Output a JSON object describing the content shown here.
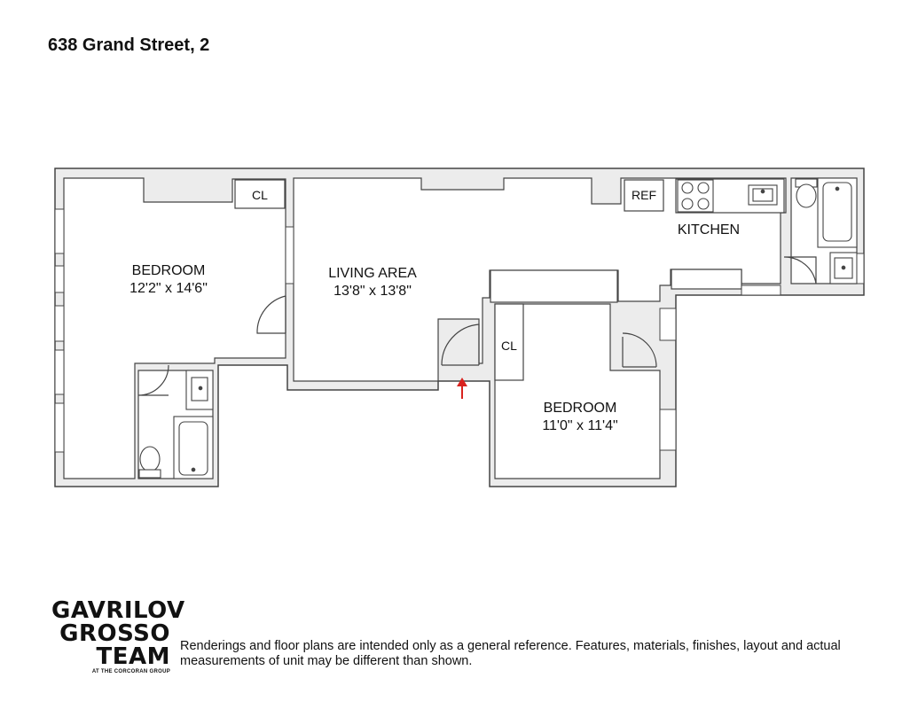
{
  "title": "638 Grand Street, 2",
  "rooms": [
    {
      "name": "BEDROOM",
      "dims": "12'2\" x 14'6\""
    },
    {
      "name": "LIVING AREA",
      "dims": "13'8\" x 13'8\""
    },
    {
      "name": "BEDROOM",
      "dims": "11'0\" x 11'4\""
    }
  ],
  "kitchen_label": "KITCHEN",
  "fixtures": {
    "closet_label": "CL",
    "refrigerator_label": "REF"
  },
  "entry_arrow_color": "#d9231f",
  "logo": {
    "lines": [
      "GAVRILOV",
      "GROSSO",
      "TEAM"
    ],
    "sub": "AT THE CORCORAN GROUP"
  },
  "disclaimer": "Renderings and floor plans are intended only as a general reference. Features, materials, finishes, layout and actual measurements of unit may be different than shown."
}
